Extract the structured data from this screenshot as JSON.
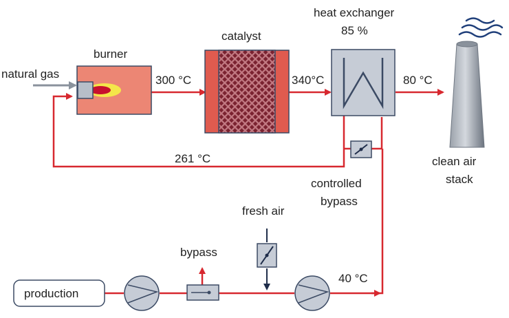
{
  "labels": {
    "natural_gas": "natural gas",
    "burner": "burner",
    "catalyst": "catalyst",
    "heat_exchanger": "heat exchanger",
    "efficiency": "85 %",
    "temp_300": "300 °C",
    "temp_340": "340°C",
    "temp_80": "80 °C",
    "temp_261": "261 °C",
    "temp_40": "40 °C",
    "controlled": "controlled",
    "bypass_ctrl": "bypass",
    "clean_air": "clean air",
    "stack": "stack",
    "fresh_air": "fresh air",
    "bypass": "bypass",
    "production": "production"
  },
  "colors": {
    "flow_line": "#d7282f",
    "burner_body": "#ec8674",
    "flame_outer": "#f4e64a",
    "flame_inner": "#c8102e",
    "catalyst_frame": "#e05b4f",
    "catalyst_core": "#7a2230",
    "exchanger_fill": "#c6ccd6",
    "equipment_stroke": "#3b4a64",
    "smoke": "#1f3f7a"
  },
  "icons": {
    "fan": "radial-fan-icon",
    "damper": "damper-valve-icon",
    "chimney": "chimney-stack-icon"
  }
}
